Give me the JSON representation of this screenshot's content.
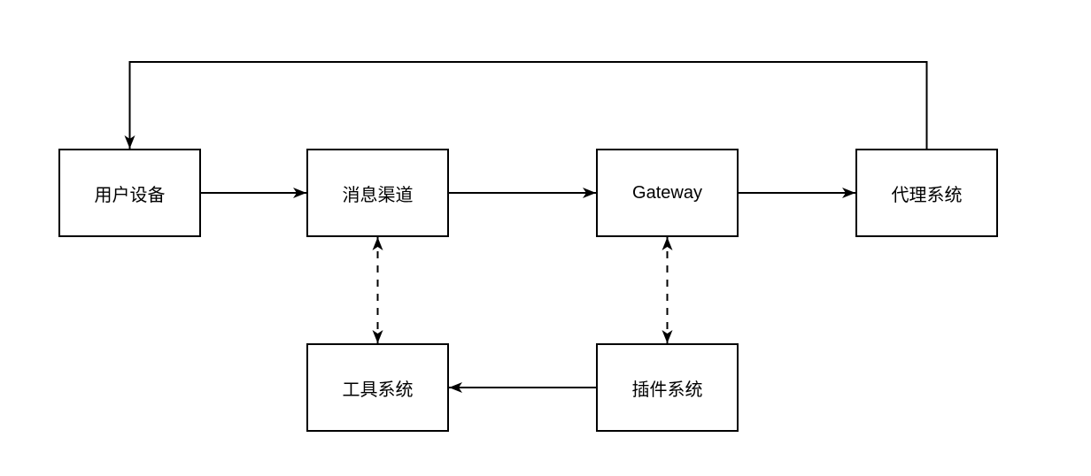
{
  "diagram": {
    "background_color": "#ffffff",
    "stroke_color": "#000000",
    "nodes": [
      {
        "id": "user-device",
        "label": "用户设备"
      },
      {
        "id": "message-channel",
        "label": "消息渠道"
      },
      {
        "id": "gateway",
        "label": "Gateway"
      },
      {
        "id": "agent-system",
        "label": "代理系统"
      },
      {
        "id": "tool-system",
        "label": "工具系统"
      },
      {
        "id": "plugin-system",
        "label": "插件系统"
      }
    ],
    "edges": [
      {
        "from": "user-device",
        "to": "message-channel",
        "style": "solid",
        "direction": "one-way"
      },
      {
        "from": "message-channel",
        "to": "gateway",
        "style": "solid",
        "direction": "one-way"
      },
      {
        "from": "gateway",
        "to": "agent-system",
        "style": "solid",
        "direction": "one-way"
      },
      {
        "from": "agent-system",
        "to": "user-device",
        "style": "solid",
        "direction": "one-way",
        "route": "top-loop"
      },
      {
        "from": "message-channel",
        "to": "tool-system",
        "style": "dashed",
        "direction": "two-way"
      },
      {
        "from": "gateway",
        "to": "plugin-system",
        "style": "dashed",
        "direction": "two-way"
      },
      {
        "from": "plugin-system",
        "to": "tool-system",
        "style": "solid",
        "direction": "one-way"
      }
    ]
  }
}
